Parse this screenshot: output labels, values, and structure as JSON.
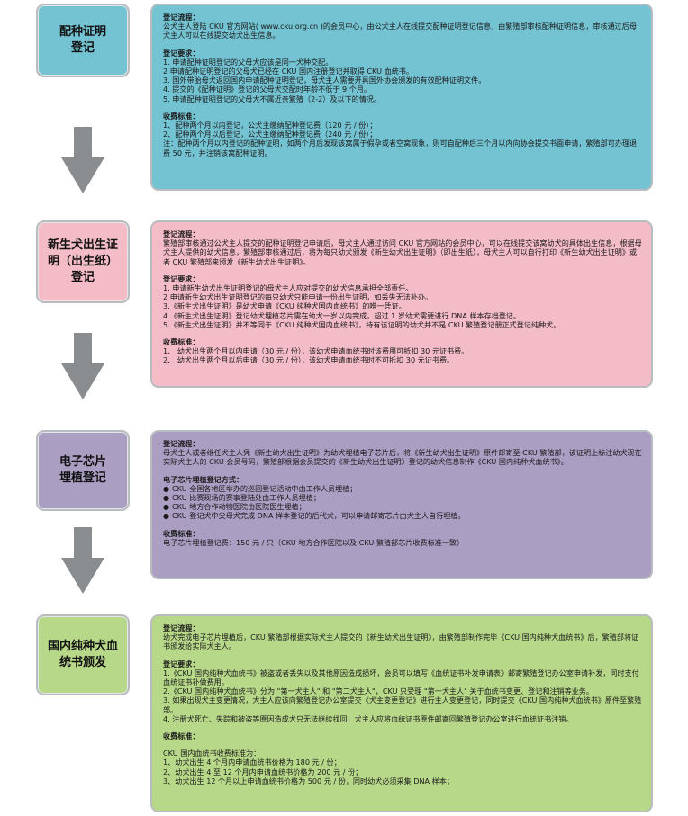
{
  "stages": [
    {
      "title_lines": [
        "配种证明",
        "登记"
      ],
      "color": "#74c3d2"
    },
    {
      "title_lines": [
        "新生犬出生证",
        "明（出生纸）",
        "登记"
      ],
      "color": "#f4bcc6"
    },
    {
      "title_lines": [
        "电子芯片",
        "埋植登记"
      ],
      "color": "#ab9ec3"
    },
    {
      "title_lines": [
        "国内纯种犬血",
        "统书颁发"
      ],
      "color": "#b7d888"
    }
  ],
  "panels": [
    {
      "sections": [
        {
          "heading": "登记流程：",
          "lines": [
            "公犬主人登陆 CKU 官方网站( www.cku.org.cn )的会员中心，由公犬主人在线提交配种证明登记信息，由繁殖部审核配种证明信息，审核通过后母犬主人可以在线提交幼犬出生信息。"
          ]
        },
        {
          "heading": "登记要求：",
          "lines": [
            "1. 申请配种证明登记的父母犬应该是同一犬种交配。",
            "2 申请配种证明登记的父母犬已经在 CKU 国内注册登记并取得 CKU 血统书。",
            "3. 国外带胎母犬返回国内申请配种证明登记，母犬主人需要开具国外协会颁发的有效配种证明文件。",
            "4. 提交的《配种证明》登记的父母犬交配时年龄不低于 9 个月。",
            "5. 申请配种证明登记的父母犬不属近亲繁殖（2-2）及以下的情况。"
          ]
        },
        {
          "heading": "收费标准：",
          "lines": [
            "1、配种两个月以内登记，公犬主缴纳配种登记费（120 元 / 份）；",
            "2、配种两个月以后登记，公犬主缴纳配种登记费（240 元 / 份）；",
            "注：配种两个月以内登记的配种证明，如两个月后发现该窝属于假孕或者空窝现象，则可自配种后三个月以内向协会提交书面申请，繁殖部可办理退费 50 元，并注销该窝配种证明。"
          ]
        }
      ]
    },
    {
      "sections": [
        {
          "heading": "登记流程：",
          "lines": [
            "繁殖部审核通过公犬主人提交的配种证明登记申请后，母犬主人通过访问 CKU 官方网站的会员中心，可以在线提交该窝幼犬的具体出生信息，根据母犬主人提供的幼犬信息，繁殖部审核通过后，将为每只幼犬颁发《新生幼犬出生证明》（即出生纸），母犬主人可以自行打印《新生幼犬出生证明》或者 CKU 繁殖部来颁发《新生幼犬出生证明》。"
          ]
        },
        {
          "heading": "登记要求：",
          "lines": [
            "1. 申请新生幼犬出生证明登记的母犬主人应对提交的幼犬信息承担全部责任。",
            "2 申请新生幼犬出生证明登记的每只幼犬只能申请一份出生证明，如丢失无法补办。",
            "3.《新生犬出生证明》是幼犬申请《CKU 纯种犬国内血统书》的唯一凭证。",
            "4.《新生犬出生证明》登记幼犬埋植芯片需在幼犬一岁以内完成，超过 1 岁幼犬需要进行 DNA 样本存档登记。",
            "5.《新生犬出生证明》并不等同于《CKU 纯种犬国内血统书》，持有该证明的幼犬并不是 CKU 繁殖登记册正式登记纯种犬。"
          ]
        },
        {
          "heading": "收费标准：",
          "lines": [
            "1、  幼犬出生两个月以内申请（30 元 / 份），该幼犬申请血统书时该费用可抵扣 30 元证书费。",
            "2、  幼犬出生两个月以后申请（30 元 / 份），该幼犬申请血统书时不可抵扣 30 元证书费。"
          ]
        }
      ]
    },
    {
      "sections": [
        {
          "heading": "登记流程：",
          "lines": [
            "母犬主人或者继任犬主人凭《新生幼犬出生证明》为幼犬埋植电子芯片后，将《新生幼犬出生证明》原件邮寄至 CKU 繁殖部，该证明上标注幼犬现在实际犬主人的 CKU 会员号码，繁殖部根据会员提交的《新生幼犬出生证明》登记的幼犬信息制作《CKU 国内纯种犬血统书》。"
          ]
        },
        {
          "heading": "电子芯片埋植登记方式：",
          "bullets": [
            "CKU 全国各地区举办的巡回登记活动中由工作人员埋植；",
            "CKU 比赛现场的赛事登陆处由工作人员埋植；",
            "CKU 地方合作动物医院由医院医生埋植；",
            "CKU 登记犬中父母犬完成 DNA 样本登记的后代犬，可以申请邮寄芯片由犬主人自行埋植。"
          ]
        },
        {
          "heading": "收费标准：",
          "lines": [
            "电子芯片埋植登记费：150 元 / 只（CKU 地方合作医院以及 CKU 繁殖部芯片收费标准一致）"
          ]
        }
      ]
    },
    {
      "sections": [
        {
          "heading": "登记流程：",
          "lines": [
            "幼犬完成电子芯片埋植后，CKU 繁殖部根据实际犬主人提交的《新生幼犬出生证明》，由繁殖部制作完毕《CKU 国内纯种犬血统书》后，繁殖部将证书颁发给实际犬主人。"
          ]
        },
        {
          "heading": "登记要求：",
          "lines": [
            "1.《CKU 国内纯种犬血统书》被盗或者丢失以及其他原因造成损坏，会员可以填写《血统证书补发申请表》邮寄繁殖登记办公室申请补发，同时支付血统证书补做费用。",
            "2.《CKU 国内纯种犬血统书》分为 \"第一犬主人\" 和 \"第二犬主人\"，CKU 只受理 \"第一犬主人\" 关于血统书变更、登记和注销等业务。",
            "3. 如果出现犬主变更情况，犬主人应该向繁殖登记办公室提交《犬主变更登记》进行主人变更登记，同时提交《CKU 国内纯种犬血统书》原件至繁殖部。",
            "4. 注册犬死亡、失踪和被盗等原因造成犬只无法继续找回，犬主人应将血统证书原件邮寄回繁殖登记办公室进行血统证书注销。"
          ]
        },
        {
          "heading": "收费标准：",
          "lines": []
        },
        {
          "heading": "",
          "lines": [
            "CKU 国内血统书收费标准为：",
            "1、幼犬出生 4 个月内申请血统书价格为 180 元 / 份；",
            "2、幼犬出生 4 至 12 个月内申请血统书价格为 200 元 / 份；",
            "3、幼犬出生 12 个月以上申请血统书价格为 500 元 / 份，同时幼犬必须采集 DNA 样本；"
          ]
        }
      ]
    }
  ],
  "arrow_color": "#8a8d90"
}
